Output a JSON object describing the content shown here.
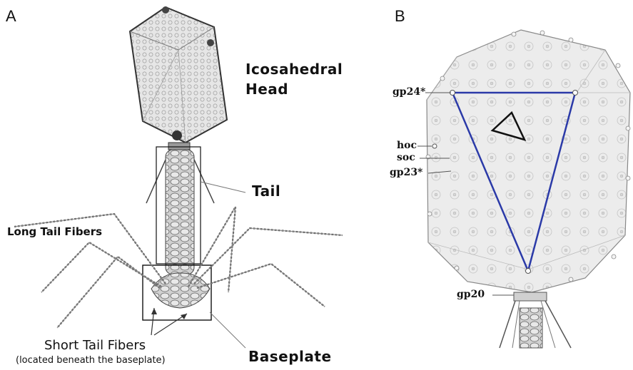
{
  "panels": {
    "a": {
      "letter": "A",
      "labels": {
        "head_line1": "Icosahedral",
        "head_line2": "Head",
        "tail": "Tail",
        "long_fibers": "Long Tail Fibers",
        "short_fibers": "Short Tail Fibers",
        "short_fibers_note": "(located beneath the baseplate)",
        "baseplate": "Baseplate"
      }
    },
    "b": {
      "letter": "B",
      "labels": {
        "gp24": "gp24*",
        "hoc": "hoc",
        "soc": "soc",
        "gp23": "gp23*",
        "gp20": "gp20"
      }
    }
  },
  "colors": {
    "triangle": "#2b3aa8",
    "ink": "#111111",
    "capsid_fill": "#dcdcdc"
  }
}
